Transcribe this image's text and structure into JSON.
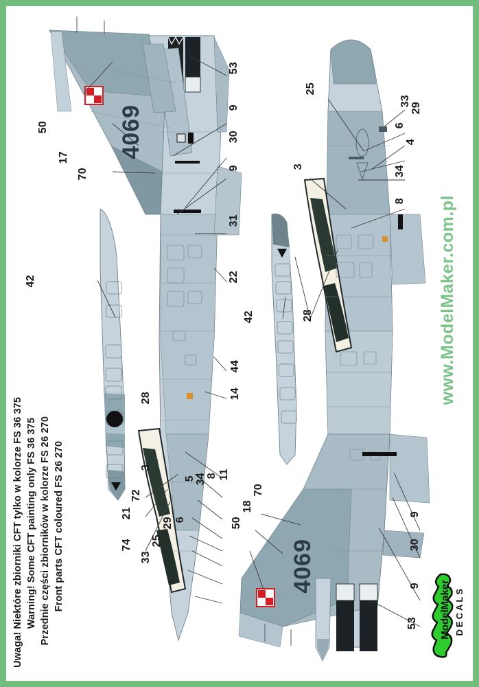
{
  "sheet": {
    "border_color": "#72bd7e",
    "background": "#ffffff",
    "title": "F-16 CFT painting instruction sheet"
  },
  "notes": [
    "Uwaga! Niektóre zbiorniki CFT tylko w kolorze FS 36 375",
    "Warning! Some CFT painting only FS 36 375",
    "Przednie części zbiorników w kolorze FS 26 270",
    "Front parts CFT coloured FS 26 270"
  ],
  "watermark": "www.ModelMaker.com.pl",
  "logo": {
    "brand": "ModelMaker",
    "sub": "DECALS",
    "color": "#2ecc2e"
  },
  "markings": {
    "tail_number": "4069",
    "roundel": "polish-checkerboard"
  },
  "colors": {
    "aircraft_light": "#c6d3dc",
    "aircraft_mid": "#a9bcc6",
    "aircraft_dark": "#7f98a2",
    "aircraft_darker": "#64808b",
    "canopy": "#f4f1e4",
    "nozzle": "#1d2226",
    "checker_red": "#d21f26",
    "fs_36375": "FS 36 375",
    "fs_26270": "FS 26 270"
  },
  "callouts": {
    "top_view": [
      "53",
      "9",
      "30",
      "9",
      "31",
      "22",
      "50",
      "17",
      "70",
      "44",
      "14",
      "42"
    ],
    "bottom_view": [
      "25",
      "33",
      "29",
      "6",
      "4",
      "34",
      "3",
      "8",
      "28",
      "42",
      "9",
      "30",
      "9",
      "53",
      "70",
      "18",
      "50"
    ],
    "left_cluster": [
      "28",
      "3",
      "72",
      "21",
      "74",
      "11",
      "8",
      "34",
      "5",
      "6",
      "29",
      "25",
      "33"
    ],
    "all": [
      "3",
      "4",
      "5",
      "6",
      "8",
      "9",
      "11",
      "14",
      "17",
      "18",
      "21",
      "22",
      "25",
      "28",
      "29",
      "30",
      "31",
      "33",
      "34",
      "42",
      "44",
      "50",
      "53",
      "70",
      "72",
      "74"
    ]
  },
  "labels": {
    "n3": "3",
    "n4": "4",
    "n5": "5",
    "n6": "6",
    "n8": "8",
    "n9": "9",
    "n11": "11",
    "n14": "14",
    "n17": "17",
    "n18": "18",
    "n21": "21",
    "n22": "22",
    "n25": "25",
    "n28": "28",
    "n29": "29",
    "n30": "30",
    "n31": "31",
    "n33": "33",
    "n34": "34",
    "n42": "42",
    "n44": "44",
    "n50": "50",
    "n53": "53",
    "n70": "70",
    "n72": "72",
    "n74": "74"
  }
}
